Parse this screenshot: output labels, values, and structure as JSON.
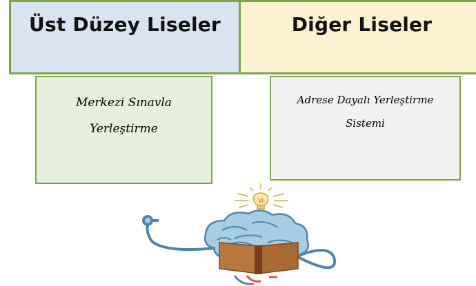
{
  "headers": {
    "left": "Üst Düzey Liseler",
    "right": "Diğer Liseler"
  },
  "boxes": {
    "left_line1": "Merkezi Sınavla",
    "left_line2": "Yerleştirme",
    "right_line1": "Adrese Dayalı Yerleştirme",
    "right_line2": "Sistemi"
  },
  "icons": {
    "illustration": "brain-book-lightbulb-icon"
  },
  "colors": {
    "border": "#7aa646",
    "header_left_bg": "#d9e3f2",
    "header_right_bg": "#fdf2cf",
    "box_left_bg": "#e5efda",
    "box_right_bg": "#f1f1f1"
  }
}
